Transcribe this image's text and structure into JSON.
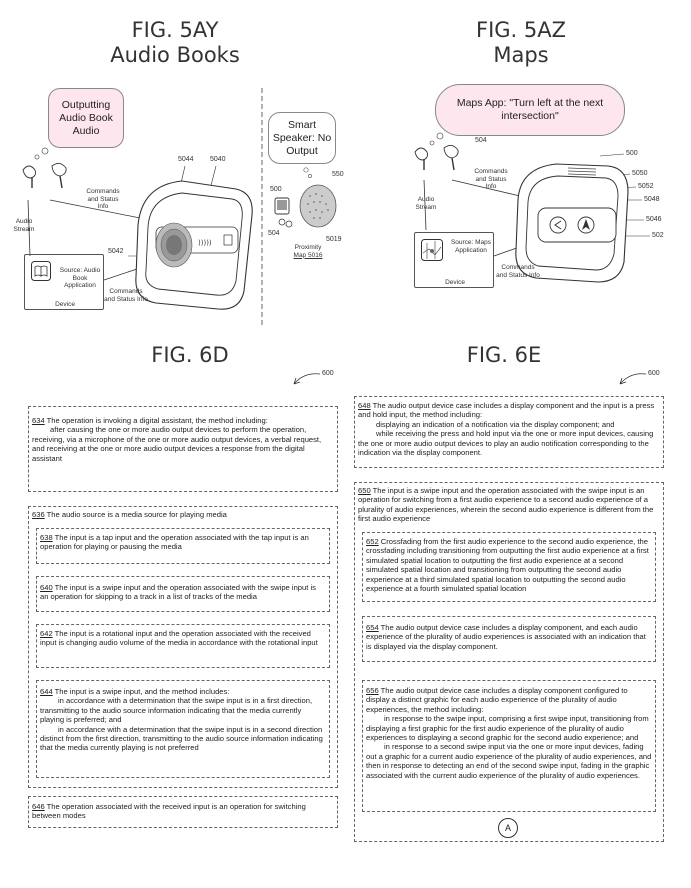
{
  "fig5ay": {
    "title_line1": "FIG. 5AY",
    "title_line2": "Audio Books",
    "bubble": "Outputting Audio Book Audio",
    "smart_bubble": "Smart Speaker: No Output",
    "ref_5044": "5044",
    "ref_5040": "5040",
    "ref_5042": "5042",
    "ref_500": "500",
    "ref_504": "504",
    "ref_550": "550",
    "ref_5019": "5019",
    "commands_top": "Commands and Status Info",
    "commands_bottom": "Commands and Status Info",
    "audio_stream": "Audio Stream",
    "source": "Source: Audio Book Application",
    "device": "Device",
    "proximity": "Proximity",
    "proximity_map": "Map 5016"
  },
  "fig5az": {
    "title_line1": "FIG. 5AZ",
    "title_line2": "Maps",
    "bubble": "Maps App: \"Turn left at the next intersection\"",
    "ref_504": "504",
    "ref_500": "500",
    "ref_5050": "5050",
    "ref_5052": "5052",
    "ref_5048": "5048",
    "ref_5046": "5046",
    "ref_502": "502",
    "commands_top": "Commands and Status Info",
    "commands_bottom": "Commands and Status Info",
    "audio_stream": "Audio Stream",
    "source": "Source: Maps Application",
    "device": "Device"
  },
  "fig6d": {
    "title": "FIG. 6D",
    "ref": "600",
    "box634_num": "634",
    "box634_text": "The operation is invoking a digital assistant, the method including:",
    "box634_indent": "after causing the one or more audio output devices to perform the operation, receiving, via a microphone of the one or more audio output devices, a verbal request, and receiving at the one or more audio output devices a response from the digital assistant",
    "box636_num": "636",
    "box636_text": "The audio source is a media source for playing media",
    "box638_num": "638",
    "box638_text": "The input is a tap input and the operation associated with the tap input is an operation for playing or pausing the media",
    "box640_num": "640",
    "box640_text": "The input is a swipe input and the operation associated with the swipe input is an operation for skipping to a track in a list of tracks of the media",
    "box642_num": "642",
    "box642_text": "The input is a rotational input and the operation associated with the received input is changing audio volume of the media in accordance with the rotational input",
    "box644_num": "644",
    "box644_text": "The input is a swipe input, and the method includes:",
    "box644_indent1": "in accordance with a determination that the swipe input is in a first direction, transmitting to the audio source information indicating that the media currently playing is preferred; and",
    "box644_indent2": "in accordance with a determination that the swipe input is in a second direction distinct from the first direction, transmitting to the audio source information indicating that the media currently playing is not preferred",
    "box646_num": "646",
    "box646_text": "The operation associated with the received input is an operation for switching between modes"
  },
  "fig6e": {
    "title": "FIG. 6E",
    "ref": "600",
    "box648_num": "648",
    "box648_text": "The audio output device case includes a display component and the input is a press and hold input, the method including:",
    "box648_indent1": "displaying an indication of a notification via the display component; and",
    "box648_indent2": "while receiving the press and hold input via the one or more input devices, causing the one or more audio output devices to play an audio notification corresponding to the indication via the display component.",
    "box650_num": "650",
    "box650_text": "The input is a swipe input and the operation associated with the swipe input is an operation for switching from a first audio experience to a second audio experience of a plurality of audio experiences, wherein the second audio experience is different from the first audio experience",
    "box652_num": "652",
    "box652_text": "Crossfading from the first audio experience to the second audio experience, the crossfading including transitioning from outputting the first audio experience at a first simulated spatial location to outputting the first audio experience at a second simulated spatial location and transitioning from outputting the second audio experience at a third simulated spatial location to outputting the second audio experience at a fourth simulated spatial location",
    "box654_num": "654",
    "box654_text": "The audio output device case includes a display component, and each audio experience of the plurality of audio experiences is associated with an indication that is displayed via the display component.",
    "box656_num": "656",
    "box656_text": "The audio output device case includes a display component configured to display a distinct graphic for each audio experience of the plurality of audio experiences, the method including:",
    "box656_indent1": "in response to the swipe input, comprising a first swipe input, transitioning from displaying a first graphic for the first audio experience of the plurality of audio experiences to displaying a second graphic for the second audio experience; and",
    "box656_indent2": "in response to a second swipe input via the one or more input devices, fading out a graphic for a current audio experience of the plurality of audio experiences, and then in response to detecting an end of the second swipe input, fading in the graphic associated with the current audio experience of the plurality of audio experiences.",
    "connector": "A"
  }
}
